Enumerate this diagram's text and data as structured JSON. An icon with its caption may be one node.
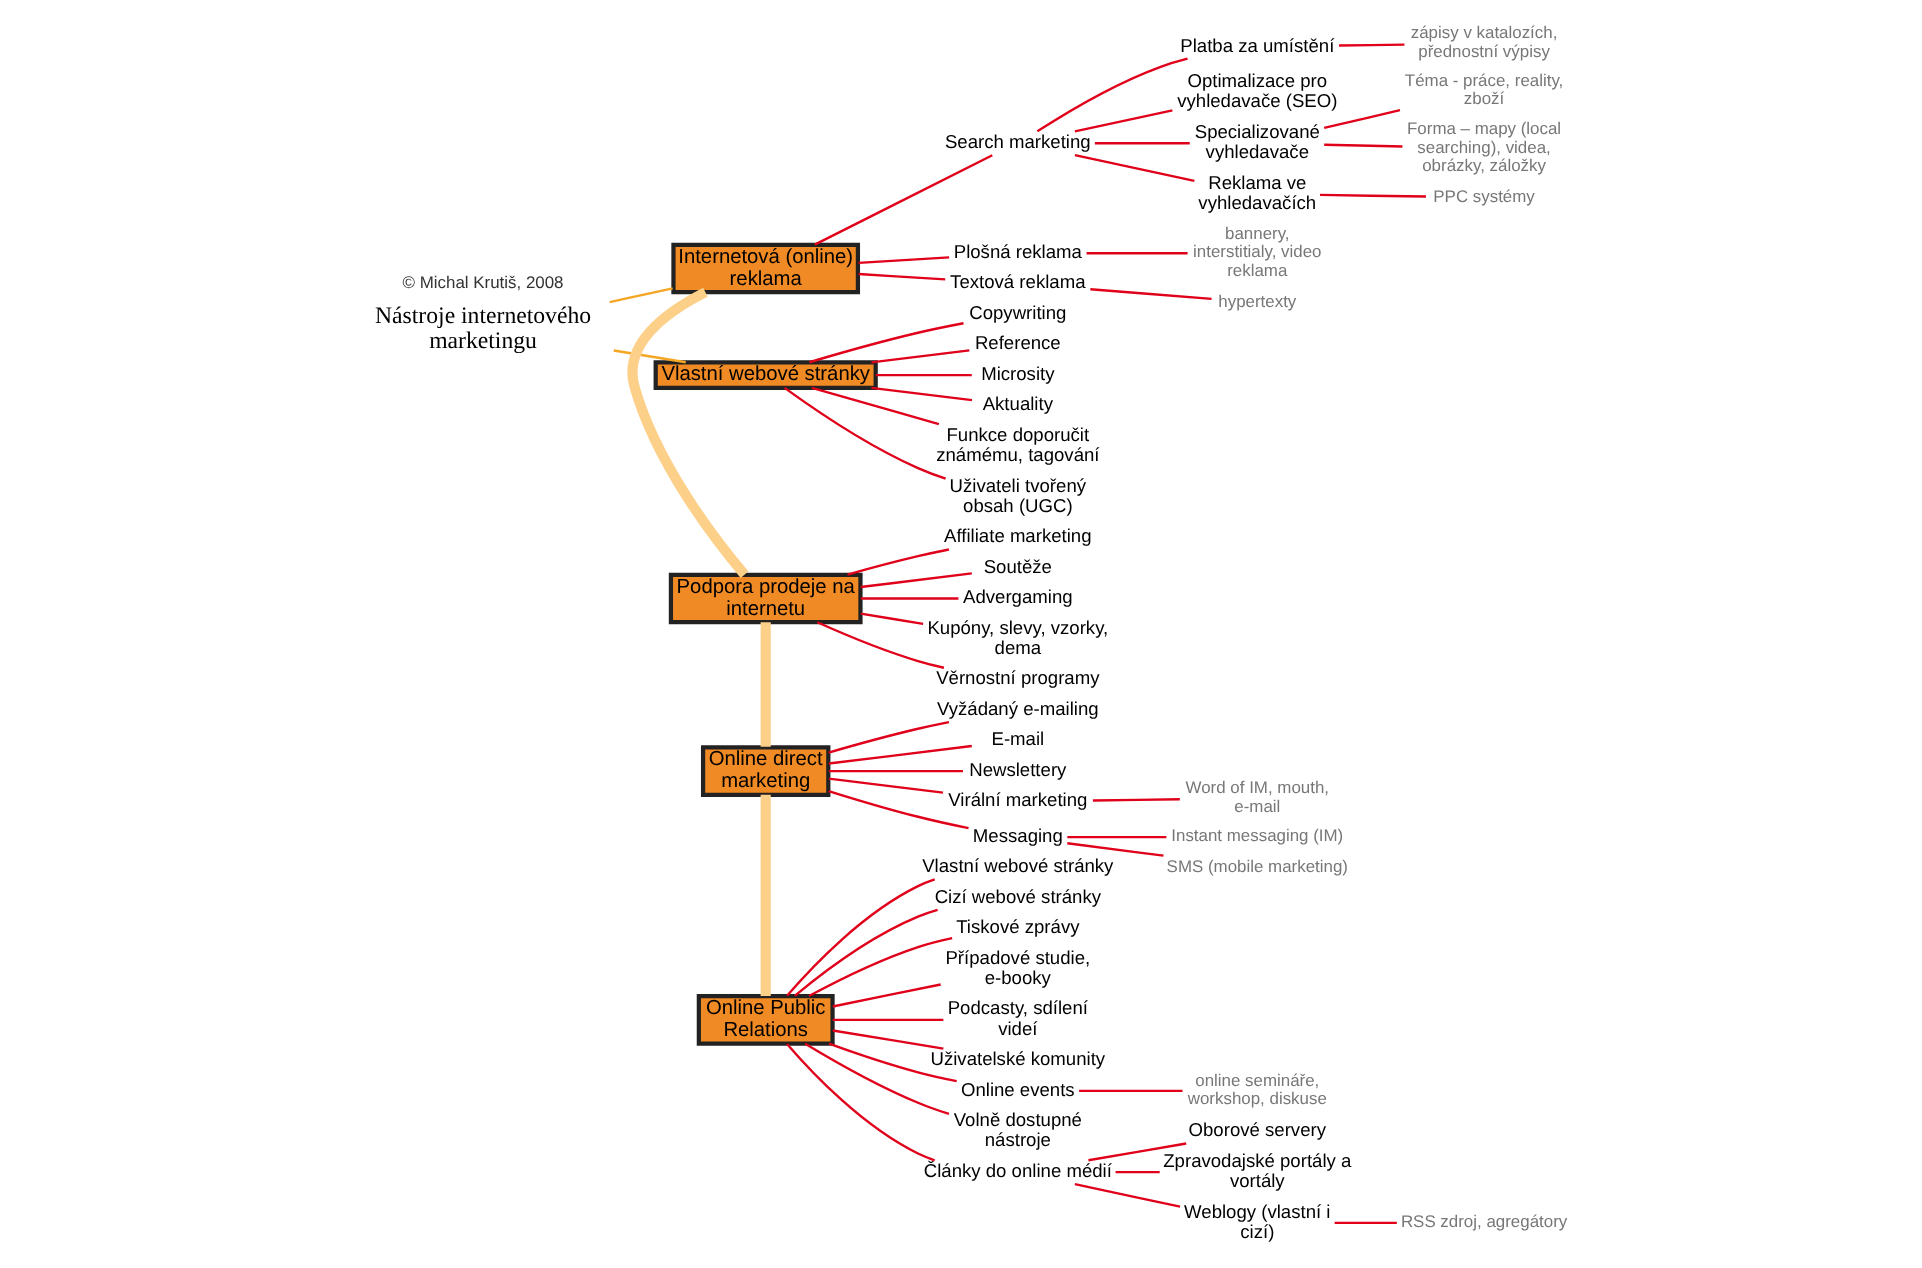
{
  "diagram": {
    "nodes": [
      {
        "text": [
          "Nástroje internetového marketingu"
        ]
      },
      {
        "text": [
          "Online Public Relations"
        ]
      },
      {
        "text": [
          "Online direct marketing"
        ]
      },
      {
        "text": [
          "Podpora prodeje na internetu"
        ]
      },
      {
        "text": [
          "Internetová (online) reklama"
        ]
      },
      {
        "text": [
          "Vlastní webové stránky"
        ]
      },
      {
        "text": [
          "Vlastní webové stránky"
        ]
      },
      {
        "text": [
          "Cizí webové stránky"
        ]
      },
      {
        "text": [
          "Tiskové zprávy"
        ]
      },
      {
        "text": [
          "Případové studie, e-booky"
        ]
      },
      {
        "text": [
          "Podcasty, sdílení videí"
        ]
      },
      {
        "text": [
          "Uživatelské komunity"
        ]
      },
      {
        "text": [
          "Online events"
        ]
      },
      {
        "text": [
          "online semináře, workshop, diskuse"
        ]
      },
      {
        "text": [
          "Volně dostupné nástroje"
        ]
      },
      {
        "text": [
          "Články do online médií"
        ]
      },
      {
        "text": [
          "Oborové servery"
        ]
      },
      {
        "text": [
          "Zpravodajské portály a vortály"
        ]
      },
      {
        "text": [
          "Weblogy (vlastní i cizí)"
        ]
      },
      {
        "text": [
          "RSS zdroj, agregátory"
        ]
      },
      {
        "text": [
          "Vyžádaný e-mailing"
        ]
      },
      {
        "text": [
          "E-mail"
        ]
      },
      {
        "text": [
          "Newslettery"
        ]
      },
      {
        "text": [
          "Virální marketing"
        ]
      },
      {
        "text": [
          "Word of IM, mouth, e-mail"
        ]
      },
      {
        "text": [
          "Messaging"
        ]
      },
      {
        "text": [
          "Instant messaging (IM)"
        ]
      },
      {
        "text": [
          "SMS (mobile marketing)"
        ]
      },
      {
        "text": [
          "Affiliate marketing"
        ]
      },
      {
        "text": [
          "Soutěže"
        ]
      },
      {
        "text": [
          "Advergaming"
        ]
      },
      {
        "text": [
          "Kupóny, slevy, vzorky, dema"
        ]
      },
      {
        "text": [
          "Věrnostní programy"
        ]
      },
      {
        "text": [
          "Search marketing"
        ]
      },
      {
        "text": [
          "Platba za umístění"
        ]
      },
      {
        "text": [
          "zápisy v katalozích, přednostní výpisy"
        ]
      },
      {
        "text": [
          "Optimalizace pro vyhledavače (SEO)"
        ]
      },
      {
        "text": [
          "Specializované vyhledavače"
        ]
      },
      {
        "text": [
          "Téma - práce, reality, zboží"
        ]
      },
      {
        "text": [
          "Forma – mapy (local searching), videa, obrázky, záložky"
        ]
      },
      {
        "text": [
          "Reklama ve vyhledavačích"
        ]
      },
      {
        "text": [
          "PPC systémy"
        ]
      },
      {
        "text": [
          "Plošná reklama"
        ]
      },
      {
        "text": [
          "bannery, interstitialy, video reklama"
        ]
      },
      {
        "text": [
          "Textová reklama"
        ]
      },
      {
        "text": [
          "hypertexty"
        ]
      },
      {
        "text": [
          "Copywriting"
        ]
      },
      {
        "text": [
          "Reference"
        ]
      },
      {
        "text": [
          "Microsity"
        ]
      },
      {
        "text": [
          "Aktuality"
        ]
      },
      {
        "text": [
          "Funkce doporučit známému, tagování"
        ]
      },
      {
        "text": [
          "Uživateli tvořený obsah (UGC)"
        ]
      }
    ],
    "edges": [
      {
        "from": 0,
        "to": 4,
        "arrow": "none",
        "color": "#f5a623"
      },
      {
        "from": 0,
        "to": 5,
        "arrow": "none",
        "color": "#f5a623"
      },
      {
        "from": 4,
        "to": 3,
        "arrow": "none",
        "style": "thick",
        "color": "#fdd08a"
      },
      {
        "from": 3,
        "to": 2,
        "arrow": "none",
        "style": "thick",
        "color": "#fdd08a"
      },
      {
        "from": 2,
        "to": 1,
        "arrow": "none",
        "style": "thick",
        "color": "#fdd08a"
      },
      {
        "from": 1,
        "to": 6,
        "arrow": "none"
      },
      {
        "from": 1,
        "to": 7,
        "arrow": "none"
      },
      {
        "from": 1,
        "to": 8,
        "arrow": "none"
      },
      {
        "from": 1,
        "to": 9,
        "arrow": "none"
      },
      {
        "from": 1,
        "to": 10,
        "arrow": "none"
      },
      {
        "from": 1,
        "to": 11,
        "arrow": "none"
      },
      {
        "from": 1,
        "to": 12,
        "arrow": "none"
      },
      {
        "from": 12,
        "to": 13,
        "arrow": "none"
      },
      {
        "from": 1,
        "to": 14,
        "arrow": "none"
      },
      {
        "from": 1,
        "to": 15,
        "arrow": "none"
      },
      {
        "from": 15,
        "to": 16,
        "arrow": "none"
      },
      {
        "from": 15,
        "to": 17,
        "arrow": "none"
      },
      {
        "from": 15,
        "to": 18,
        "arrow": "none"
      },
      {
        "from": 18,
        "to": 19,
        "arrow": "none"
      },
      {
        "from": 2,
        "to": 20,
        "arrow": "none"
      },
      {
        "from": 2,
        "to": 21,
        "arrow": "none"
      },
      {
        "from": 2,
        "to": 22,
        "arrow": "none"
      },
      {
        "from": 2,
        "to": 23,
        "arrow": "none"
      },
      {
        "from": 23,
        "to": 24,
        "arrow": "none"
      },
      {
        "from": 2,
        "to": 25,
        "arrow": "none"
      },
      {
        "from": 25,
        "to": 26,
        "arrow": "none"
      },
      {
        "from": 25,
        "to": 27,
        "arrow": "none"
      },
      {
        "from": 3,
        "to": 28,
        "arrow": "none"
      },
      {
        "from": 3,
        "to": 29,
        "arrow": "none"
      },
      {
        "from": 3,
        "to": 30,
        "arrow": "none"
      },
      {
        "from": 3,
        "to": 31,
        "arrow": "none"
      },
      {
        "from": 3,
        "to": 32,
        "arrow": "none"
      },
      {
        "from": 4,
        "to": 33,
        "arrow": "none"
      },
      {
        "from": 33,
        "to": 34,
        "arrow": "none"
      },
      {
        "from": 34,
        "to": 35,
        "arrow": "none"
      },
      {
        "from": 33,
        "to": 36,
        "arrow": "none"
      },
      {
        "from": 33,
        "to": 37,
        "arrow": "none"
      },
      {
        "from": 37,
        "to": 38,
        "arrow": "none"
      },
      {
        "from": 37,
        "to": 39,
        "arrow": "none"
      },
      {
        "from": 33,
        "to": 40,
        "arrow": "none"
      },
      {
        "from": 40,
        "to": 41,
        "arrow": "none"
      },
      {
        "from": 4,
        "to": 42,
        "arrow": "none"
      },
      {
        "from": 42,
        "to": 43,
        "arrow": "none"
      },
      {
        "from": 4,
        "to": 44,
        "arrow": "none"
      },
      {
        "from": 44,
        "to": 45,
        "arrow": "none"
      },
      {
        "from": 5,
        "to": 46,
        "arrow": "none"
      },
      {
        "from": 5,
        "to": 47,
        "arrow": "none"
      },
      {
        "from": 5,
        "to": 48,
        "arrow": "none"
      },
      {
        "from": 5,
        "to": 49,
        "arrow": "none"
      },
      {
        "from": 5,
        "to": 50,
        "arrow": "none"
      },
      {
        "from": 5,
        "to": 51,
        "arrow": "none"
      }
    ],
    "labels": [
      "© Michal Krutiš, 2008"
    ]
  }
}
